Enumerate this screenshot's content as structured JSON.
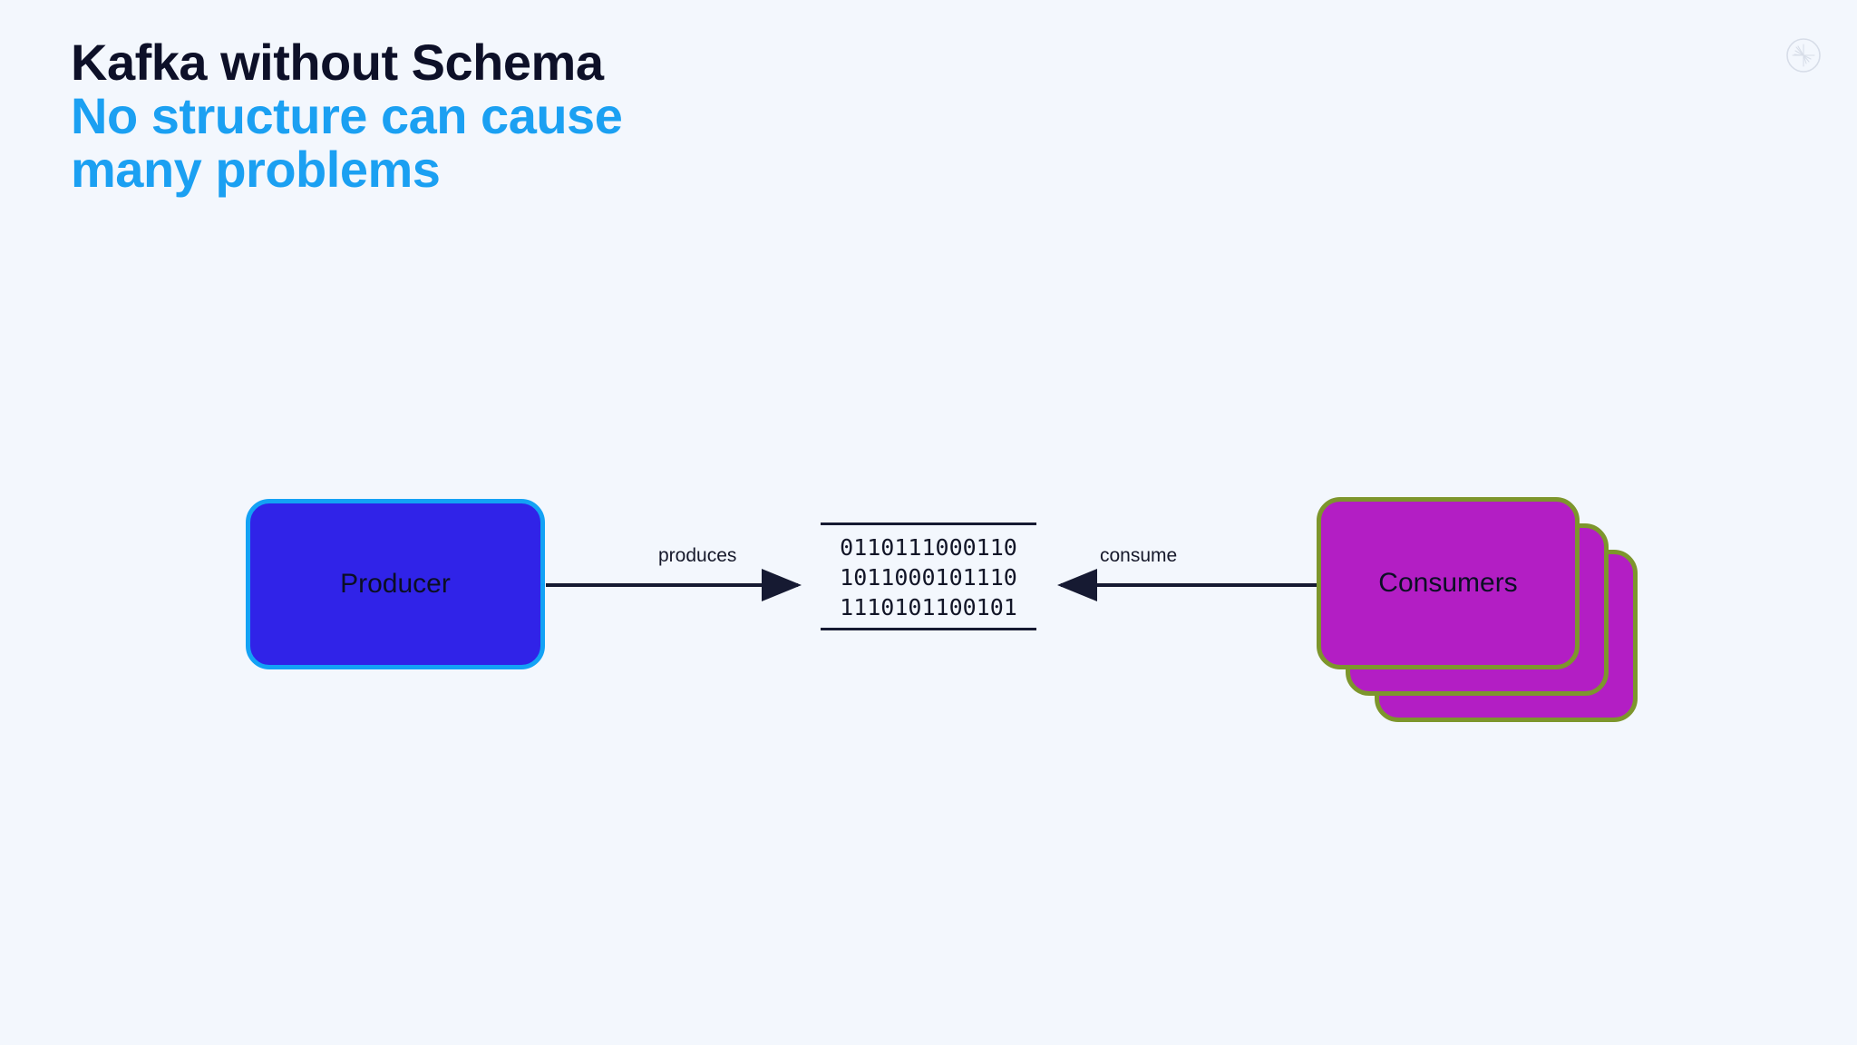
{
  "page": {
    "background_color": "#f3f7fd"
  },
  "title": {
    "main": "Kafka without Schema",
    "sub_line_1": "No structure can cause",
    "sub_line_2": "many problems",
    "main_color": "#0d1028",
    "sub_color": "#1ba0f2"
  },
  "watermark": {
    "name": "starburst-circle-logo",
    "color": "#aab4c8"
  },
  "diagram": {
    "type": "flow",
    "nodes": [
      {
        "id": "producer",
        "label": "Producer",
        "fill_color": "#3023e8",
        "border_color": "#13a2f5",
        "text_color": "#0b0f24"
      },
      {
        "id": "consumers",
        "label": "Consumers",
        "fill_color": "#b31ec4",
        "border_color": "#7d962c",
        "text_color": "#0b0f24",
        "stack_count": 3
      }
    ],
    "edges": [
      {
        "id": "produces",
        "label": "produces",
        "from": "producer",
        "to": "binary-message",
        "direction": "right",
        "color": "#161a32"
      },
      {
        "id": "consume",
        "label": "consume",
        "from": "consumers",
        "to": "binary-message",
        "direction": "left",
        "color": "#161a32"
      }
    ],
    "message": {
      "id": "binary-message",
      "lines": [
        "0110111000110",
        "1011000101110",
        "1110101100101"
      ],
      "text_color": "#121527",
      "rule_color": "#161a32"
    }
  }
}
